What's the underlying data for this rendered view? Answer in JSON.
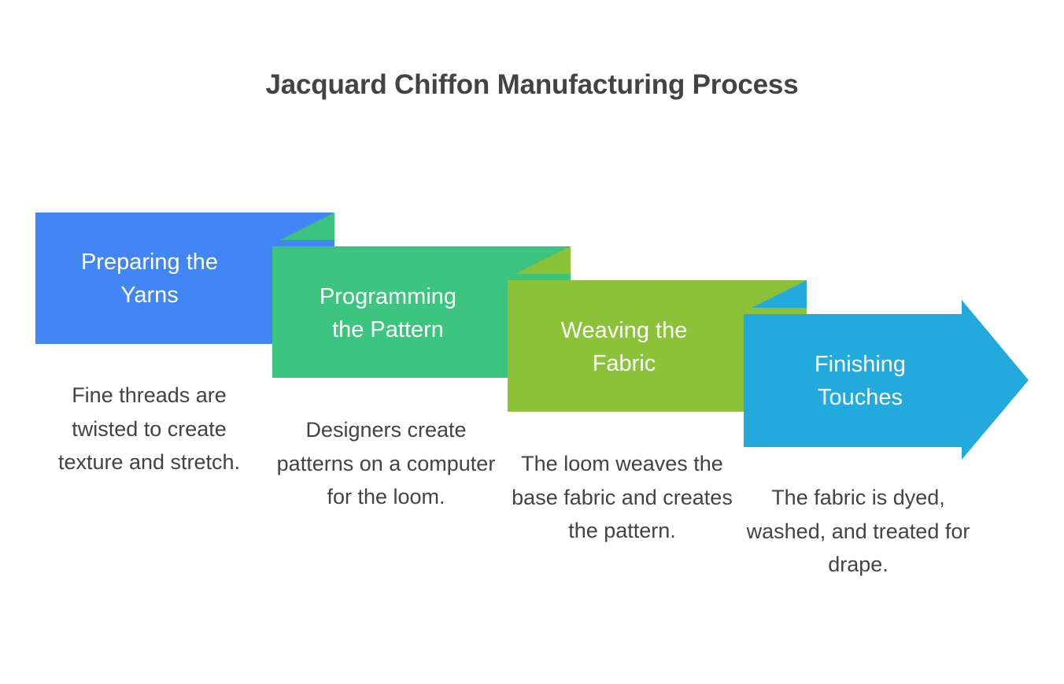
{
  "page": {
    "title": "Jacquard Chiffon Manufacturing Process",
    "background_color": "#ffffff",
    "title_color": "#434343",
    "description_color": "#434343",
    "label_color": "#ffffff"
  },
  "flow": {
    "type": "process-chevron-arrow",
    "direction": "left-to-right",
    "step_count": 4,
    "steps": [
      {
        "index": 1,
        "label": "Preparing the\nYarns",
        "description": "Fine threads\nare twisted to\ncreate texture\nand stretch.",
        "color": "#4285f4",
        "shape": "chevron-start"
      },
      {
        "index": 2,
        "label": "Programming\nthe Pattern",
        "description": "Designers\ncreate patterns\non a computer\nfor the loom.",
        "color": "#3dc47e",
        "shape": "chevron-middle"
      },
      {
        "index": 3,
        "label": "Weaving the\nFabric",
        "description": "The loom\nweaves the\nbase fabric and\ncreates the\npattern.",
        "color": "#8cc238",
        "shape": "chevron-middle"
      },
      {
        "index": 4,
        "label": "Finishing\nTouches",
        "description": "The fabric is\ndyed, washed,\nand treated for\ndrape.",
        "color": "#22aadc",
        "shape": "chevron-end-arrow"
      }
    ]
  }
}
